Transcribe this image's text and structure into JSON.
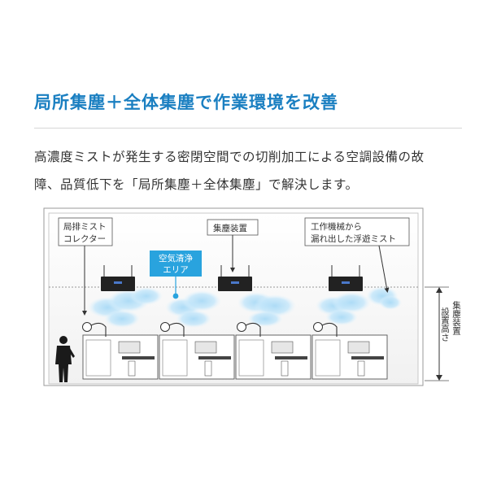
{
  "heading": "局所集塵＋全体集塵で作業環境を改善",
  "description": {
    "line1": "高濃度ミストが発生する密閉空間での切削加工による空調設備の故",
    "line2": "障、品質低下を「局所集塵＋全体集塵」で解決します。"
  },
  "diagram": {
    "callouts": {
      "local_collector": {
        "line1": "局排ミスト",
        "line2": "コレクター"
      },
      "collector": "集塵装置",
      "floating_mist": {
        "line1": "工作機械から",
        "line2": "漏れ出した浮遊ミスト"
      },
      "clean_area": {
        "line1": "空気清浄",
        "line2": "エリア"
      }
    },
    "height_label": {
      "col1": "集塵装置",
      "col2": "設置高さ"
    }
  },
  "colors": {
    "heading": "#1a7fc1",
    "mist": "#bfe3f8",
    "clean_area_box": "#29a3de",
    "room_border": "#9a9a9a"
  }
}
